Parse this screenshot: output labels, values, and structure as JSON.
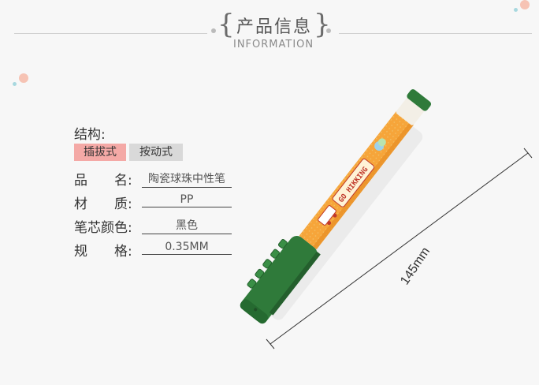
{
  "header": {
    "title_cn": "产品信息",
    "title_en": "INFORMATION"
  },
  "specs": {
    "structure_label": "结构:",
    "structure_options": [
      "插拔式",
      "按动式"
    ],
    "rows": [
      {
        "label": "品　　名:",
        "value": "陶瓷球珠中性笔"
      },
      {
        "label": "材　　质:",
        "value": "PP"
      },
      {
        "label": "笔芯颜色:",
        "value": "黑色"
      },
      {
        "label": "规　　格:",
        "value": "0.35MM"
      }
    ]
  },
  "pen": {
    "brand_text": "GO HIKKING",
    "length_label": "145mm",
    "cap_color": "#2f7a3a",
    "body_color": "#f6a53a"
  },
  "colors": {
    "accent_pink": "#f4a9a6",
    "tag_gray": "#d9d9d9"
  }
}
